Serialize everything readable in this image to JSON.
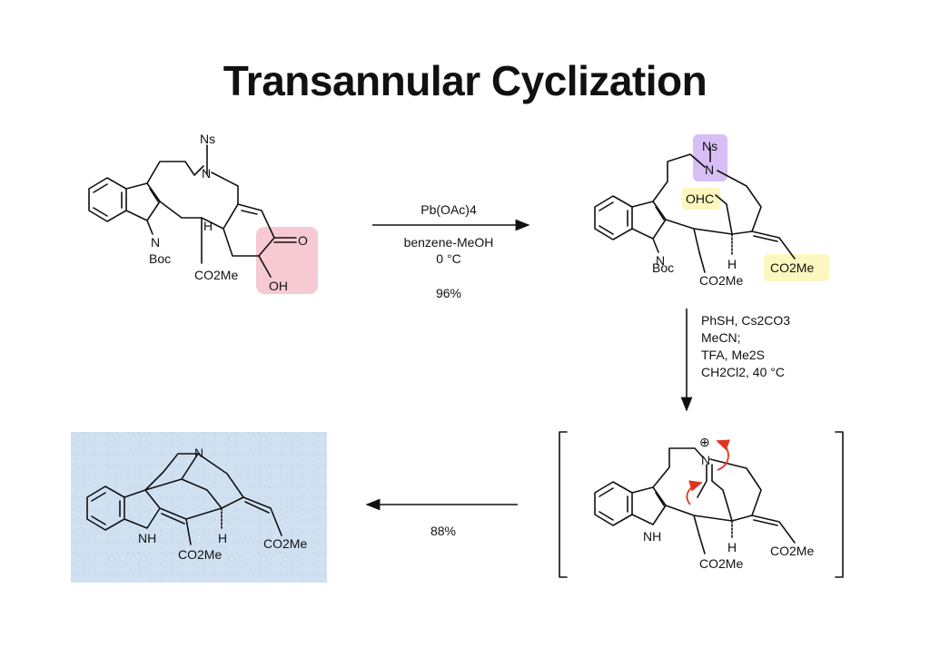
{
  "title": "Transannular Cyclization",
  "colors": {
    "highlight_pink": "#f7c9d2",
    "highlight_purple": "#d7bff5",
    "highlight_yellow": "#fbf7be",
    "product_background": "#cfe0f1",
    "curved_arrow": "#e0341e"
  },
  "start_material": {
    "ns": "Ns",
    "n": "N",
    "h": "H",
    "o": "O",
    "indole_n": "N",
    "boc": "Boc",
    "ester": "CO2Me",
    "oh": "OH"
  },
  "step1": {
    "reagent": "Pb(OAc)4",
    "solvent": "benzene-MeOH",
    "temperature": "0 °C",
    "yield": "96%"
  },
  "aldehyde_intermediate": {
    "ns": "Ns",
    "n": "N",
    "ohc": "OHC",
    "h": "H",
    "indole_n": "N",
    "boc": "Boc",
    "ester_lower": "CO2Me",
    "ester_vinyl": "CO2Me"
  },
  "step2": {
    "line1": "PhSH, Cs2CO3",
    "line2": "MeCN;",
    "line3": "TFA, Me2S",
    "line4": "CH2Cl2, 40 °C"
  },
  "iminium_intermediate": {
    "charge": "⊕",
    "n": "N",
    "h": "H",
    "indole_nh": "NH",
    "ester_lower": "CO2Me",
    "ester_vinyl": "CO2Me"
  },
  "step3": {
    "yield": "88%"
  },
  "product": {
    "n": "N",
    "indole_nh": "NH",
    "h": "H",
    "ester_lower": "CO2Me",
    "ester_vinyl": "CO2Me"
  }
}
